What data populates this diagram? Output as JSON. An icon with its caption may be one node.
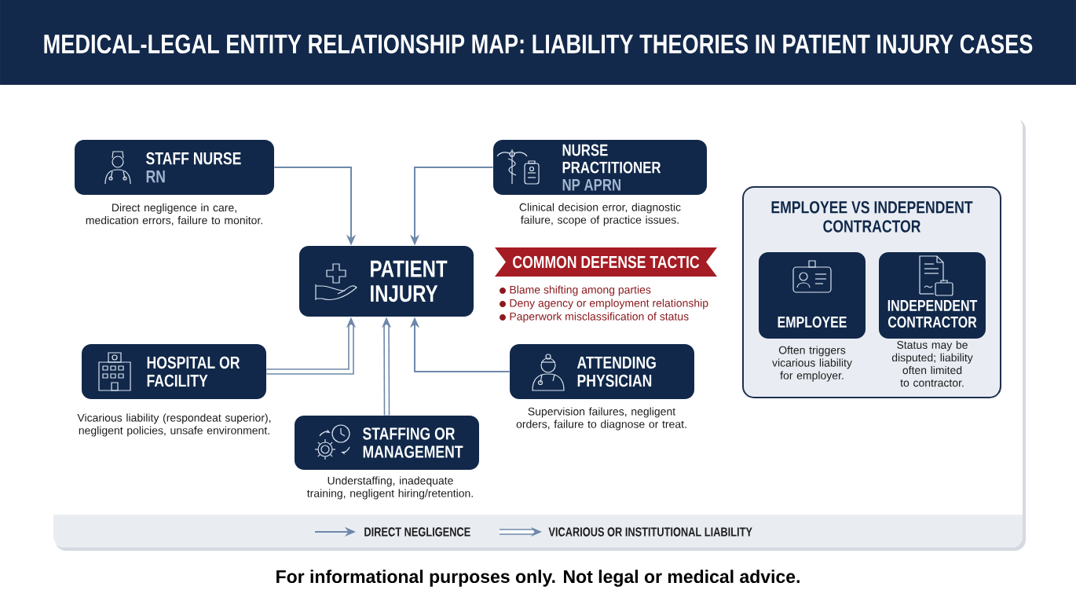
{
  "diagram": {
    "title": "MEDICAL-LEGAL ENTITY RELATIONSHIP MAP: LIABILITY THEORIES IN PATIENT INJURY CASES",
    "nodes": [
      {
        "text": [
          "STAFF NURSE",
          "RN"
        ],
        "beside": [
          "Direct negligence in care, medication errors, failure to monitor."
        ]
      },
      {
        "text": [
          "NURSE PRACTITIONER",
          "NP APRN"
        ],
        "beside": [
          "Clinical decision error, diagnostic failure, scope of practice issues."
        ]
      },
      {
        "text": [
          "PATIENT INJURY"
        ]
      },
      {
        "text": [
          "COMMON DEFENSE TACTIC"
        ],
        "beside": [
          "Blame shifting among parties",
          "Deny agency or employment relationship",
          "Paperwork misclassification of status"
        ]
      },
      {
        "text": [
          "HOSPITAL OR FACILITY"
        ],
        "beside": [
          "Vicarious liability (respondeat superior), negligent policies, unsafe environment."
        ]
      },
      {
        "text": [
          "STAFFING OR MANAGEMENT"
        ],
        "beside": [
          "Understaffing, inadequate training, negligent hiring/retention."
        ]
      },
      {
        "text": [
          "ATTENDING PHYSICIAN"
        ],
        "beside": [
          "Supervision failures, negligent orders, failure to diagnose or treat."
        ]
      },
      {
        "text": [
          "EMPLOYEE VS INDEPENDENT CONTRACTOR"
        ]
      },
      {
        "text": [
          "EMPLOYEE"
        ],
        "in": 7,
        "beside": [
          "Often triggers vicarious liability for employer."
        ]
      },
      {
        "text": [
          "INDEPENDENT CONTRACTOR"
        ],
        "in": 7,
        "beside": [
          "Status may be disputed; liability often limited to contractor."
        ]
      }
    ],
    "edges": [
      {
        "from": 0,
        "to": 2,
        "arrow": "to"
      },
      {
        "from": 1,
        "to": 2,
        "arrow": "to"
      },
      {
        "from": 4,
        "to": 2,
        "arrow": "to",
        "style": "thick"
      },
      {
        "from": 5,
        "to": 2,
        "arrow": "to",
        "style": "thick"
      },
      {
        "from": 6,
        "to": 2,
        "arrow": "to"
      }
    ],
    "labels": [
      "For informational purposes only. Not legal or medical advice."
    ],
    "legend": [
      {
        "text": "DIRECT NEGLIGENCE"
      },
      {
        "text": "VICARIOUS OR INSTITUTIONAL LIABILITY"
      }
    ]
  }
}
